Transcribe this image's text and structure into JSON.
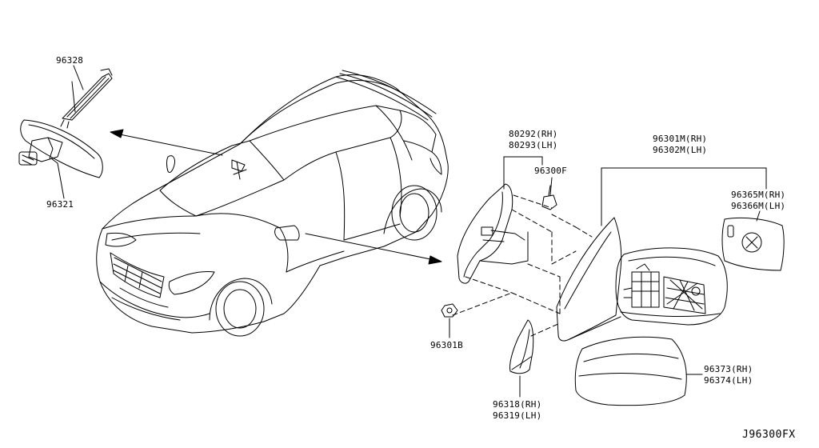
{
  "diagram": {
    "labels": {
      "p96328": "96328",
      "p96321": "96321",
      "p80292": "80292(RH)",
      "p80293": "80293(LH)",
      "p96300f": "96300F",
      "p96301m": "96301M(RH)",
      "p96302m": "96302M(LH)",
      "p96365m": "96365M(RH)",
      "p96366m": "96366M(LH)",
      "p96301b": "96301B",
      "p96318": "96318(RH)",
      "p96319": "96319(LH)",
      "p96373": "96373(RH)",
      "p96374": "96374(LH)"
    },
    "figure_code": "J96300FX"
  },
  "colors": {
    "ink": "#000000",
    "background": "#ffffff"
  }
}
